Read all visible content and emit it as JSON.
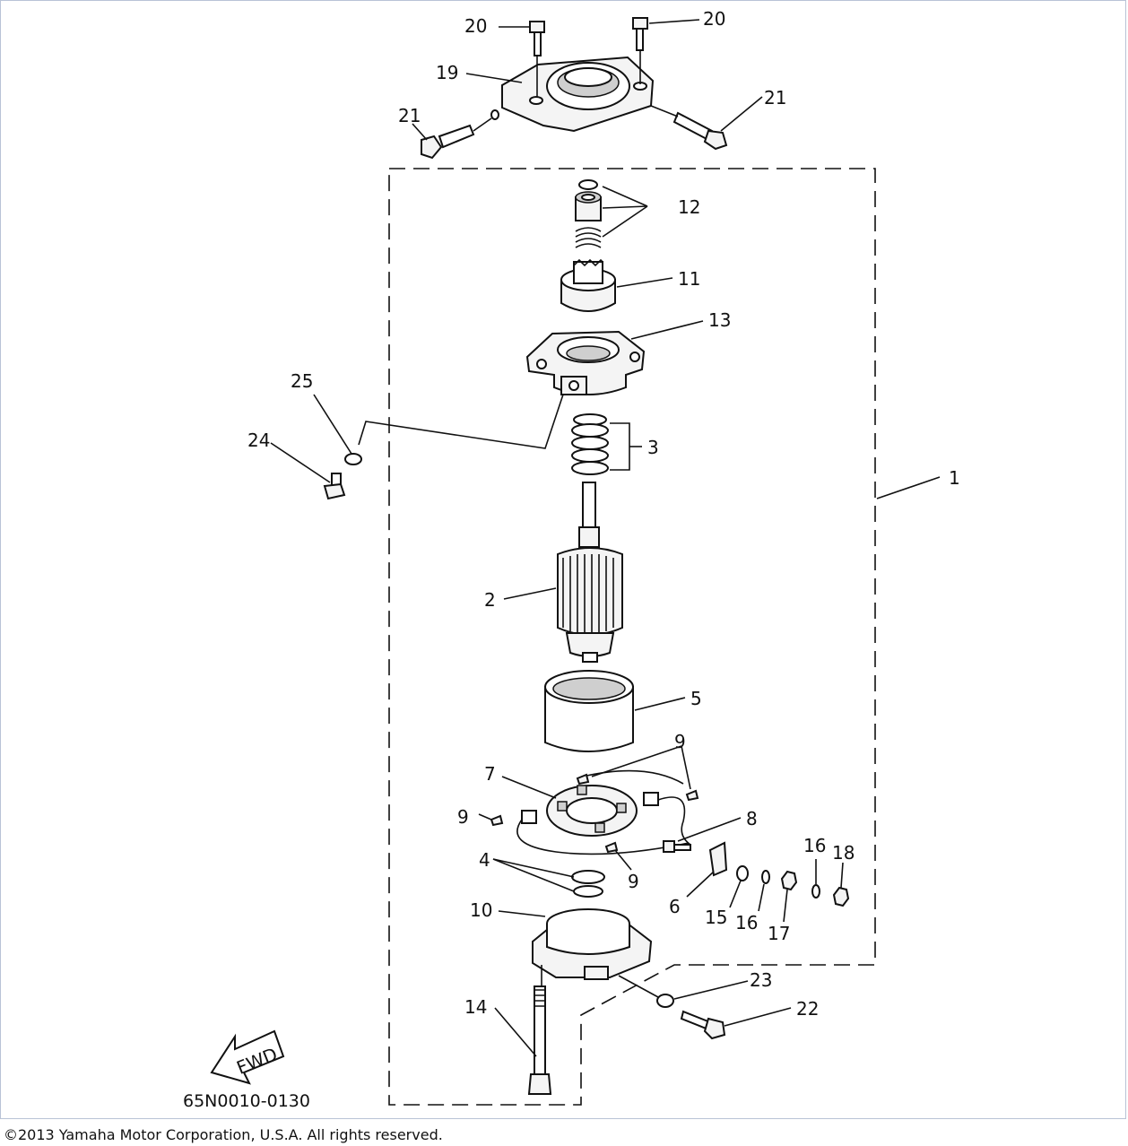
{
  "callouts": [
    "20",
    "20",
    "19",
    "21",
    "21",
    "12",
    "11",
    "13",
    "25",
    "24",
    "3",
    "1",
    "2",
    "5",
    "9",
    "7",
    "9",
    "8",
    "9",
    "4",
    "16",
    "18",
    "6",
    "15",
    "16",
    "17",
    "10",
    "23",
    "22",
    "14"
  ],
  "diagram_code": "65N0010-0130",
  "fwd_label": "FWD",
  "copyright": "©2013 Yamaha Motor Corporation, U.S.A. All rights reserved.",
  "icons": [
    "fwd-arrow-icon"
  ]
}
